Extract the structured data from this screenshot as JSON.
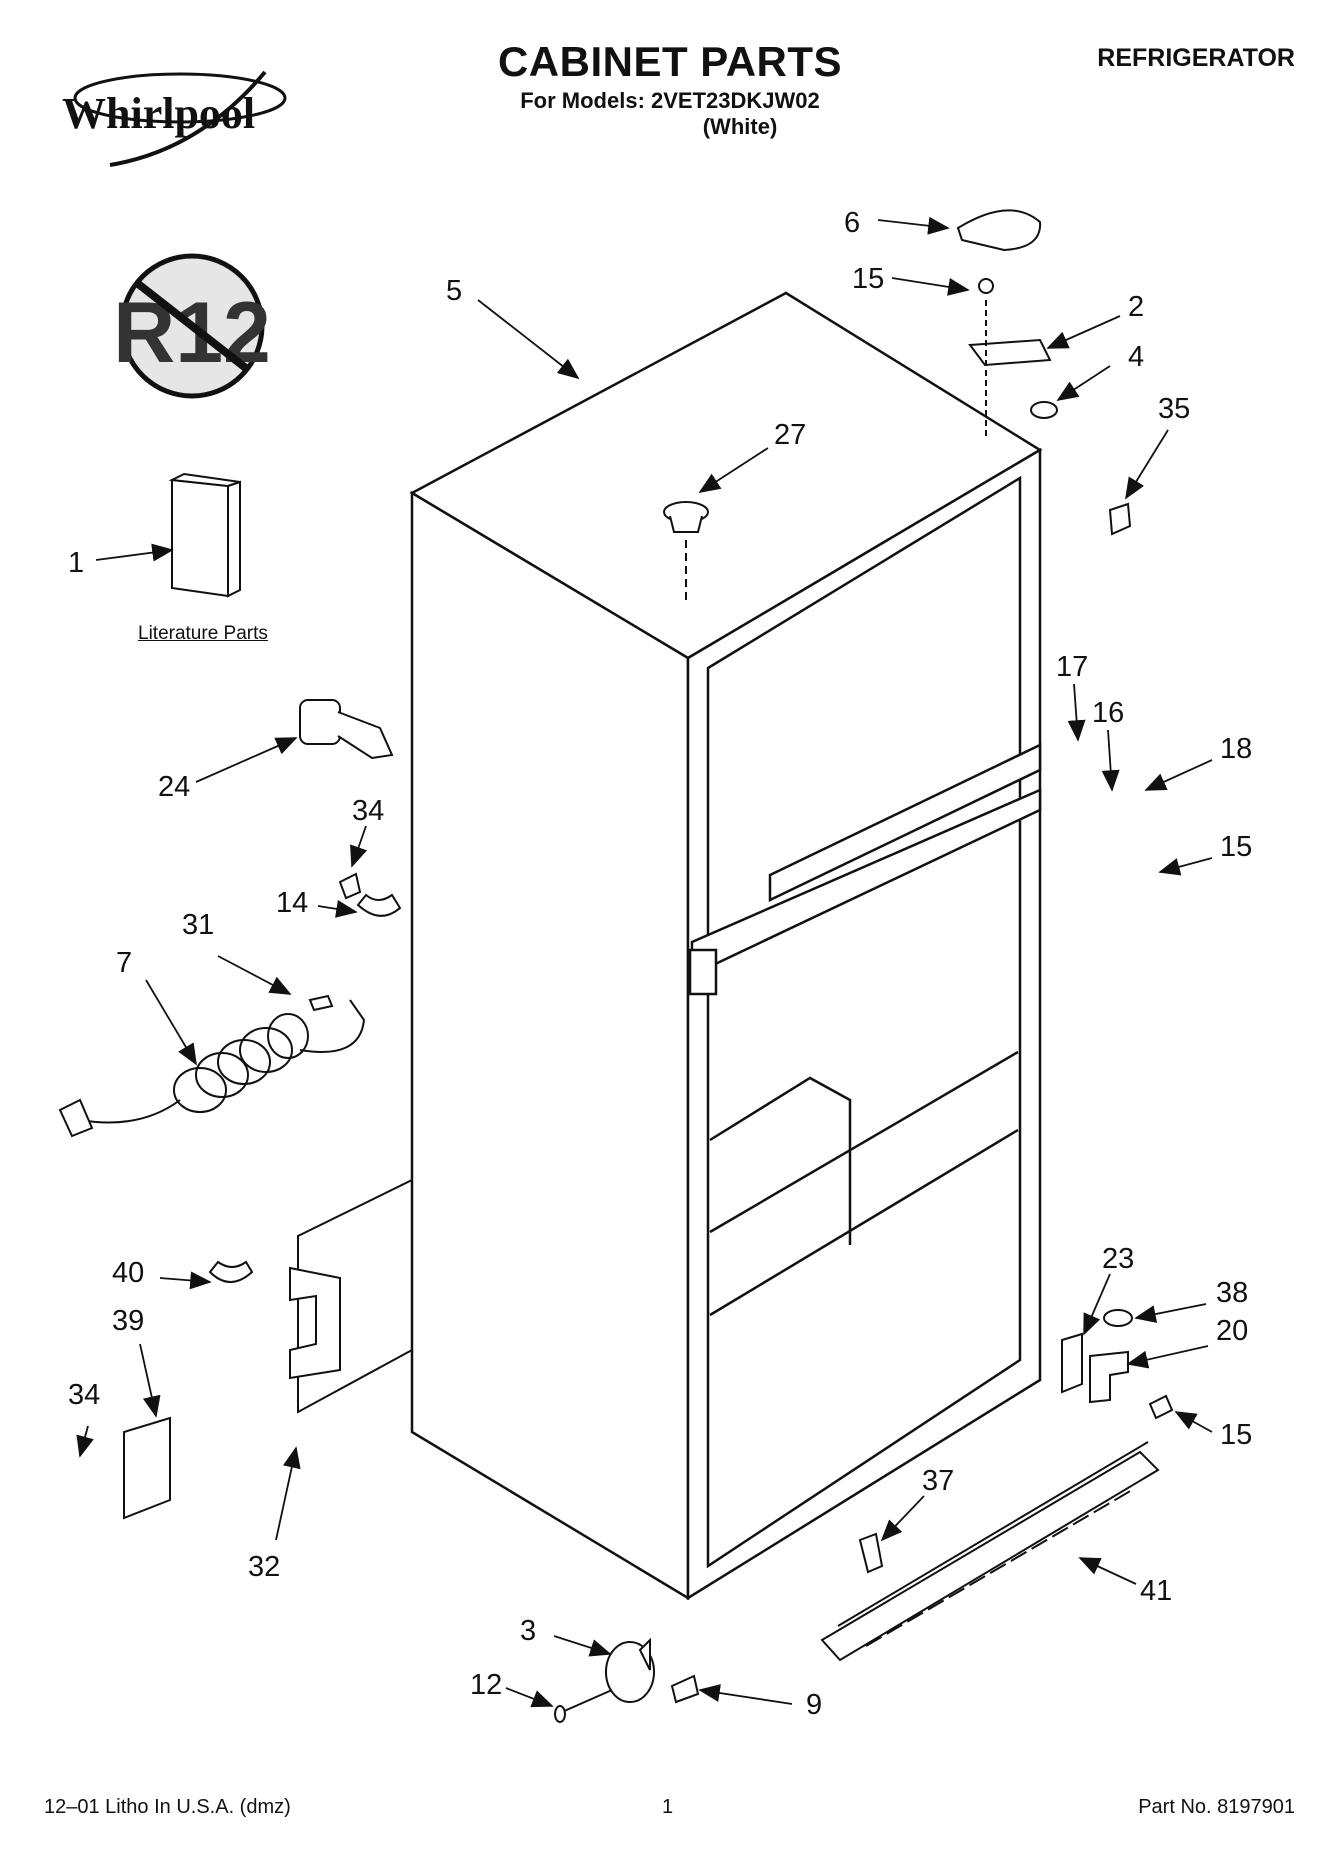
{
  "header": {
    "brand": "Whirlpool",
    "title": "CABINET PARTS",
    "models_line": "For Models: 2VET23DKJW02",
    "color_line": "(White)",
    "category": "REFRIGERATOR"
  },
  "badge": {
    "text": "R12",
    "icon": "no-r12-prohibition-icon"
  },
  "literature_label": "Literature Parts",
  "callouts": [
    "6",
    "15",
    "5",
    "2",
    "4",
    "35",
    "27",
    "1",
    "17",
    "16",
    "18",
    "15",
    "24",
    "34",
    "14",
    "31",
    "7",
    "23",
    "38",
    "20",
    "15",
    "40",
    "39",
    "34",
    "37",
    "41",
    "32",
    "3",
    "12",
    "9"
  ],
  "footer": {
    "litho": "12–01 Litho In U.S.A. (dmz)",
    "page": "1",
    "part_no": "Part No. 8197901"
  },
  "colors": {
    "ink": "#111111",
    "paper": "#ffffff",
    "shade": "#bbbbbb"
  }
}
